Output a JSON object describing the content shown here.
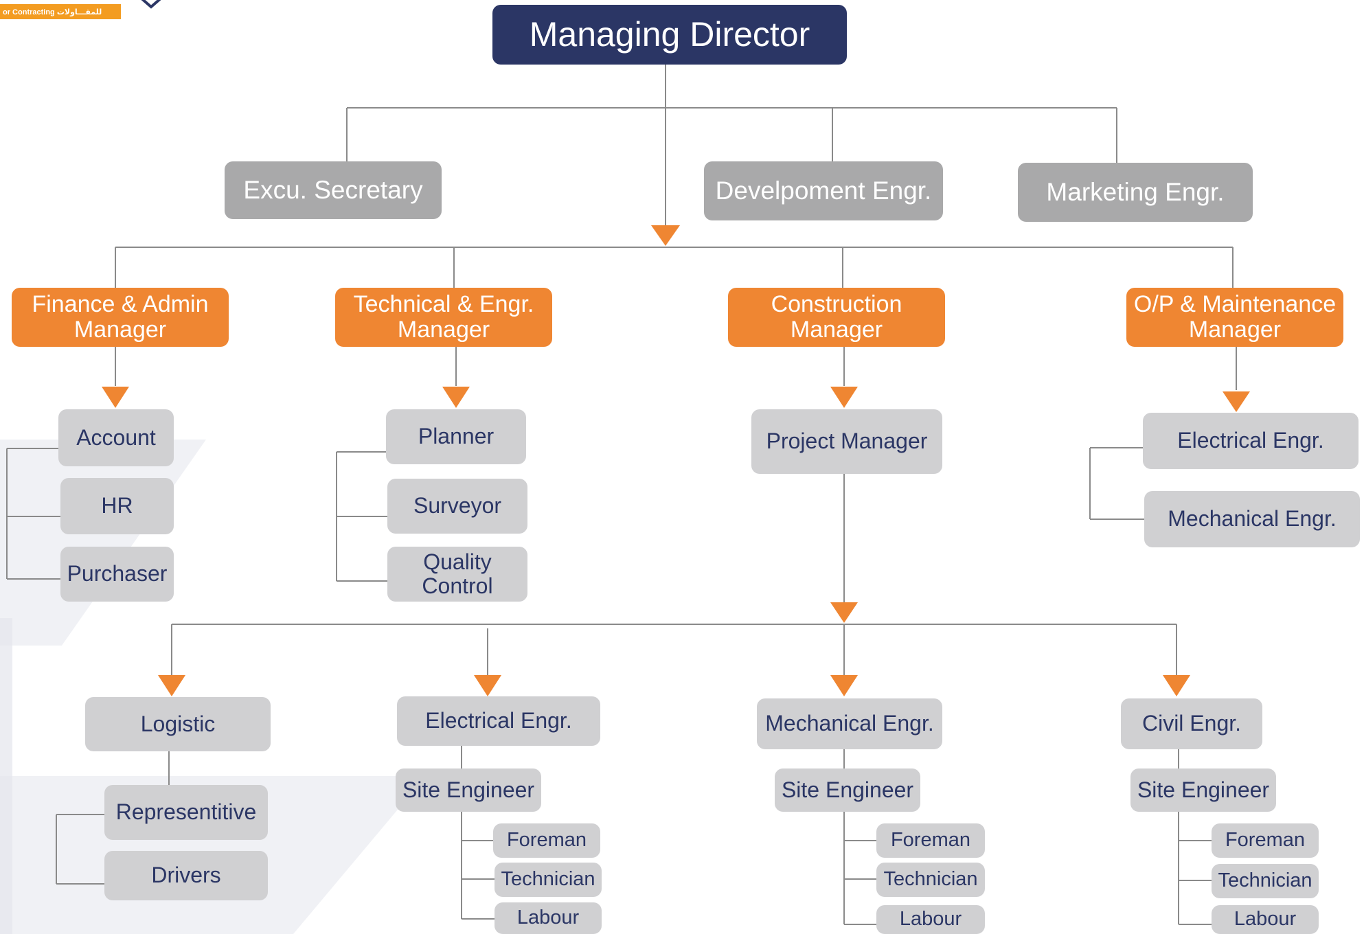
{
  "logo": {
    "text": "or Contracting للمقـــاولات"
  },
  "colors": {
    "navy": "#2b3665",
    "orange": "#ef8632",
    "grey": "#a9a9aa",
    "light": "#d0d0d2",
    "line": "#8a8a8a"
  },
  "chart": {
    "top": "Managing Director",
    "staff": [
      "Excu. Secretary",
      "Develpoment Engr.",
      "Marketing Engr."
    ],
    "managers": {
      "finance": "Finance & Admin Manager",
      "technical": "Technical & Engr. Manager",
      "construction": "Construction Manager",
      "op": "O/P & Maintenance Manager"
    },
    "finance_staff": [
      "Account",
      "HR",
      "Purchaser"
    ],
    "technical_staff": [
      "Planner",
      "Surveyor",
      "Quality Control"
    ],
    "project_manager": "Project Manager",
    "op_staff": [
      "Electrical Engr.",
      "Mechanical Engr."
    ],
    "departments": {
      "logistic": {
        "head": "Logistic",
        "members": [
          "Representitive",
          "Drivers"
        ]
      },
      "electrical": {
        "head": "Electrical Engr.",
        "site": "Site Engineer",
        "crew": [
          "Foreman",
          "Technician",
          "Labour"
        ]
      },
      "mechanical": {
        "head": "Mechanical Engr.",
        "site": "Site Engineer",
        "crew": [
          "Foreman",
          "Technician",
          "Labour"
        ]
      },
      "civil": {
        "head": "Civil Engr.",
        "site": "Site Engineer",
        "crew": [
          "Foreman",
          "Technician",
          "Labour"
        ]
      }
    }
  }
}
